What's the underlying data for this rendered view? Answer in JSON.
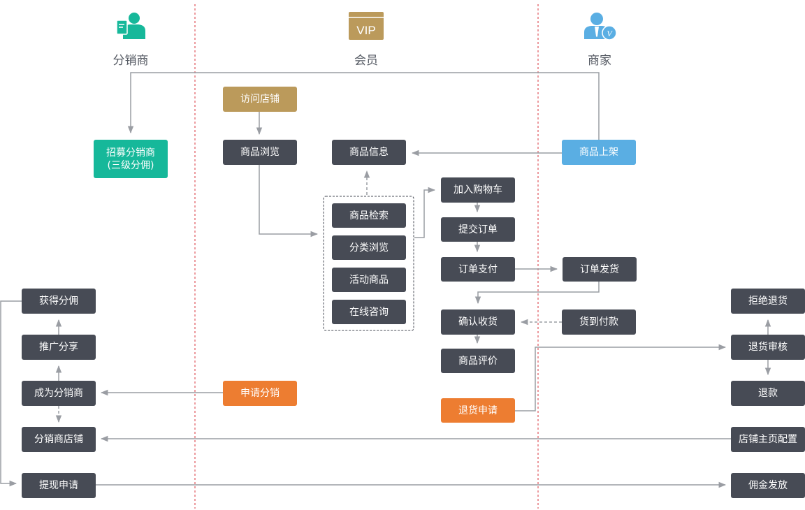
{
  "colors": {
    "dark_box": "#474b55",
    "gold_box": "#bb9a5b",
    "blue_box": "#5aaee3",
    "teal_box": "#16b89a",
    "orange_box": "#ed7d31",
    "connector": "#9a9da3",
    "divider": "#d9363e"
  },
  "columns": {
    "distributor": {
      "title": "分销商",
      "icon": "distributor-person-icon"
    },
    "member": {
      "title": "会员",
      "icon": "vip-card-icon",
      "icon_text": "VIP"
    },
    "merchant": {
      "title": "商家",
      "icon": "merchant-person-icon"
    }
  },
  "nodes": {
    "recruit_line1": "招募分销商",
    "recruit_line2": "(三级分佣)",
    "get_commission": "获得分佣",
    "promote_share": "推广分享",
    "become_distributor": "成为分销商",
    "distributor_store": "分销商店铺",
    "withdraw_request": "提现申请",
    "visit_store": "访问店铺",
    "product_browse": "商品浏览",
    "apply_distribution": "申请分销",
    "product_info": "商品信息",
    "product_search": "商品检索",
    "category_browse": "分类浏览",
    "promo_products": "活动商品",
    "online_consult": "在线咨询",
    "add_to_cart": "加入购物车",
    "submit_order": "提交订单",
    "order_payment": "订单支付",
    "confirm_receipt": "确认收货",
    "product_review": "商品评价",
    "return_request": "退货申请",
    "product_listing": "商品上架",
    "order_shipping": "订单发货",
    "cash_on_delivery": "货到付款",
    "reject_return": "拒绝退货",
    "return_review": "退货审核",
    "refund": "退款",
    "store_homepage_config": "店铺主页配置",
    "commission_payout": "佣金发放"
  }
}
